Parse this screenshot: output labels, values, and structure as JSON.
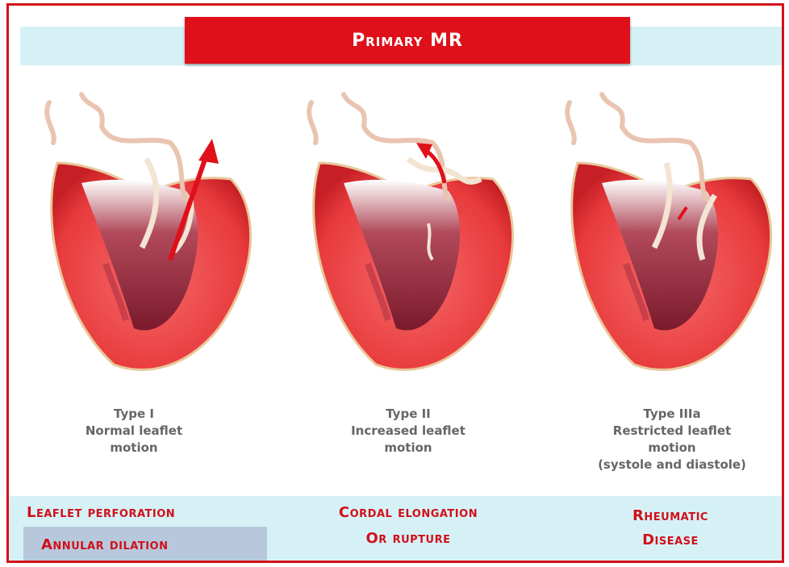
{
  "title": "Primary MR",
  "types": [
    {
      "lines": [
        "Type I",
        "Normal leaflet",
        "motion"
      ]
    },
    {
      "lines": [
        "Type II",
        "Increased leaflet",
        "motion"
      ]
    },
    {
      "lines": [
        "Type IIIa",
        "Restricted leaflet",
        "motion",
        "(systole and diastole)"
      ]
    }
  ],
  "causes": {
    "type1_a": "Leaflet perforation",
    "type1_b": "Annular dilation",
    "type2_a": "Cordal elongation",
    "type2_b": "Or rupture",
    "type3_a": "Rheumatic",
    "type3_b": "Disease"
  },
  "colors": {
    "accent_red": "#e0101a",
    "label_red": "#d0101a",
    "strip_cyan": "#d6f1f6",
    "box_blue": "#b8c8dc"
  }
}
